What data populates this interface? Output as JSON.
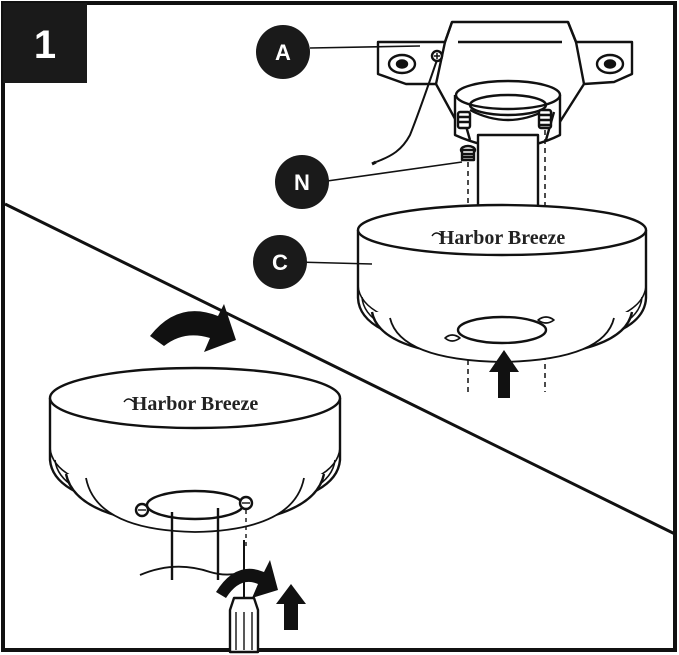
{
  "step": {
    "number": "1"
  },
  "callouts": {
    "a": {
      "letter": "A"
    },
    "n": {
      "letter": "N"
    },
    "c": {
      "letter": "C"
    }
  },
  "canopy_top": {
    "brand": "Harbor Breeze"
  },
  "canopy_bottom": {
    "brand": "Harbor Breeze"
  },
  "colors": {
    "ink": "#111111",
    "paper": "#ffffff",
    "callout_fill": "#1a1a1a"
  },
  "icons": [
    "rotate-arrow-icon",
    "up-arrow-icon",
    "screwdriver-icon"
  ]
}
